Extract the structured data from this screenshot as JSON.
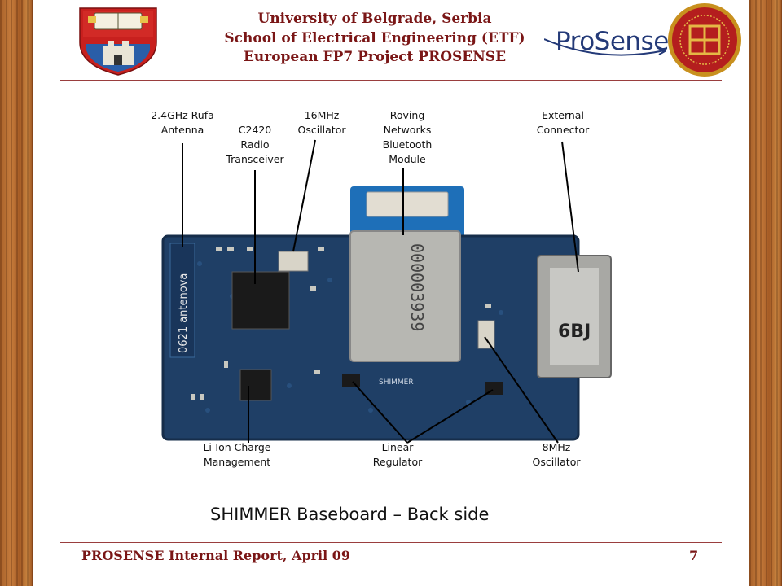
{
  "header": {
    "line1": "University of Belgrade, Serbia",
    "line2": "School of Electrical Engineering (ETF)",
    "line3": "European FP7 Project PROSENSE",
    "logo_text": "ProSense"
  },
  "figure": {
    "labels": {
      "antenna_l1": "2.4GHz Rufa",
      "antenna_l2": "Antenna",
      "radio_l1": "C2420",
      "radio_l2": "Radio",
      "radio_l3": "Transceiver",
      "osc16_l1": "16MHz",
      "osc16_l2": "Oscillator",
      "bt_l1": "Roving",
      "bt_l2": "Networks",
      "bt_l3": "Bluetooth",
      "bt_l4": "Module",
      "ext_l1": "External",
      "ext_l2": "Connector",
      "charge_l1": "Li-Ion Charge",
      "charge_l2": "Management",
      "reg_l1": "Linear",
      "reg_l2": "Regulator",
      "osc8_l1": "8MHz",
      "osc8_l2": "Oscillator"
    },
    "board_marks": {
      "antenna_brand": "0621 antenova",
      "module_code": "000003939",
      "connector_mark": "6BJ",
      "board_name": "SHIMMER"
    }
  },
  "caption": "SHIMMER Baseboard – Back side",
  "footer": {
    "report": "PROSENSE Internal Report, April 09",
    "page_number": "7"
  },
  "colors": {
    "title_red": "#7a1616",
    "rule": "#9a3e3e",
    "pcb_blue": "#1f3f66",
    "wood": "#b8702f"
  }
}
